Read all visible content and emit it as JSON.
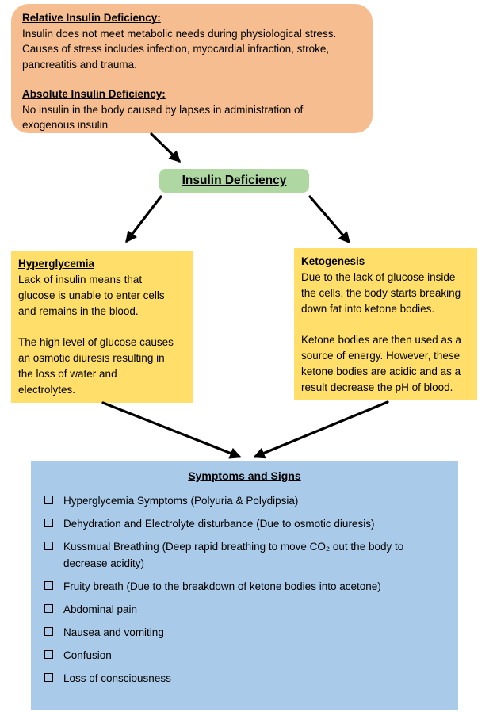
{
  "diagram": {
    "overview": {
      "relative_heading": "Relative Insulin Deficiency:",
      "relative_body": "Insulin does not meet metabolic needs during physiological stress.\nCauses of stress includes infection, myocardial infraction, stroke,\npancreatitis and trauma.",
      "absolute_heading": "Absolute Insulin Deficiency:",
      "absolute_body": "No insulin in the body caused by lapses in administration of\nexogenous insulin"
    },
    "central_node": {
      "label": "Insulin Deficiency"
    },
    "hyperglycemia": {
      "heading": "Hyperglycemia",
      "para1": "Lack of insulin means that\nglucose is unable to enter cells\nand remains in the blood.",
      "para2": "The high level of glucose causes\nan osmotic diuresis resulting in\nthe loss of water and\nelectrolytes."
    },
    "ketogenesis": {
      "heading": "Ketogenesis",
      "para1": "Due to the lack of glucose inside\nthe cells, the body starts breaking\ndown fat into ketone bodies.",
      "para2": "Ketone bodies are then used as a\nsource of energy. However, these\nketone bodies are acidic and as a\nresult decrease the pH of blood."
    },
    "symptoms": {
      "heading": "Symptoms and Signs",
      "items": [
        "Hyperglycemia Symptoms (Polyuria & Polydipsia)",
        "Dehydration and Electrolyte disturbance (Due to osmotic diuresis)",
        "Kussmual Breathing (Deep rapid breathing to move CO₂ out the body to\ndecrease acidity)",
        "Fruity breath (Due to the breakdown of ketone bodies into acetone)",
        "Abdominal pain",
        "Nausea and vomiting",
        "Confusion",
        "Loss of consciousness"
      ]
    },
    "icons": {
      "bullet": "hollow-square-checkbox"
    },
    "colors": {
      "overview_box": "#F6BE90",
      "central_node": "#AED7A1",
      "branch_box": "#FFDF69",
      "symptoms_box": "#A9CBE9",
      "arrow": "#000000",
      "text": "#000000"
    }
  }
}
